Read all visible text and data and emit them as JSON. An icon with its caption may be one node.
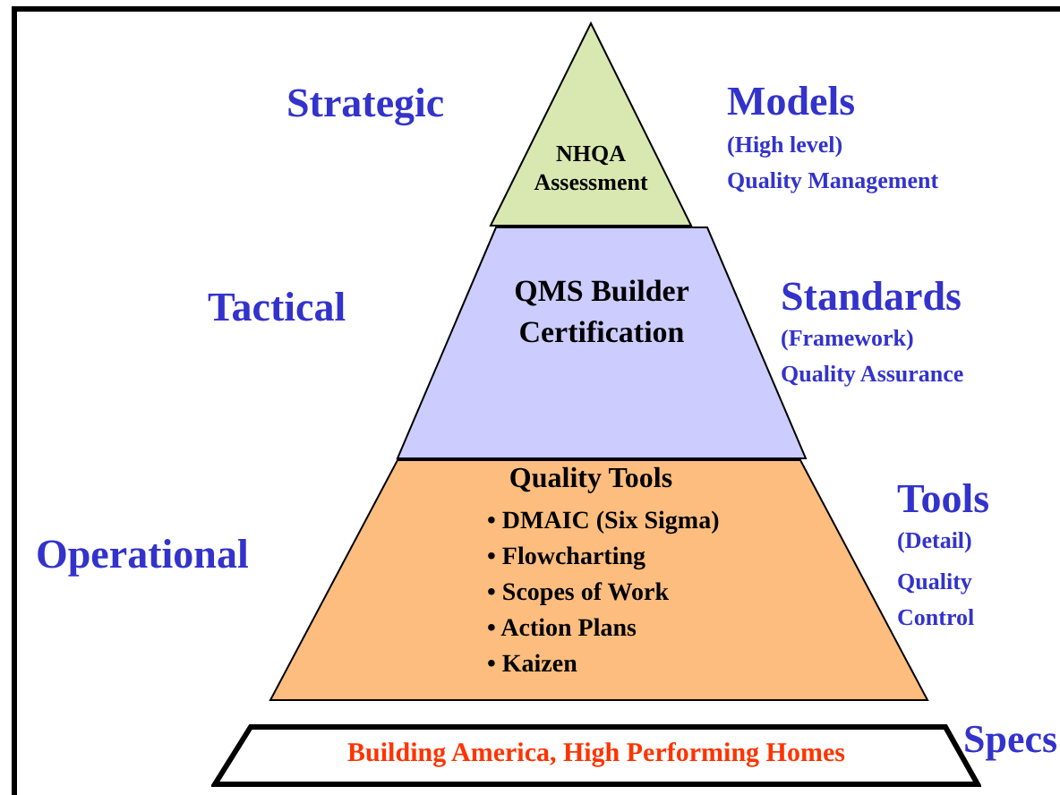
{
  "diagram": {
    "nodes": [
      {
        "text": [
          "NHQA Assessment"
        ]
      },
      {
        "text": [
          "QMS Builder Certification"
        ]
      },
      {
        "text": [
          "Quality Tools",
          "• DMAIC (Six Sigma)",
          "• Flowcharting",
          "• Scopes of Work",
          "• Action Plans",
          "• Kaizen"
        ]
      },
      {
        "text": [
          "Building America, High Performing Homes"
        ]
      }
    ],
    "edges": [],
    "labels": [
      "Strategic",
      "Models",
      "(High level)",
      "Quality Management",
      "Tactical",
      "Standards",
      "(Framework)",
      "Quality Assurance",
      "Operational",
      "Tools",
      "(Detail)",
      "Quality Control",
      "Specs"
    ]
  }
}
